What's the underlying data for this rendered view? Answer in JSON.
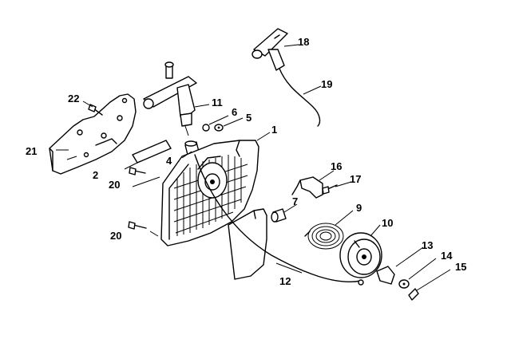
{
  "callouts": {
    "c1": "1",
    "c2": "2",
    "c4": "4",
    "c5": "5",
    "c6": "6",
    "c7": "7",
    "c9": "9",
    "c10": "10",
    "c11": "11",
    "c12": "12",
    "c13": "13",
    "c14": "14",
    "c15": "15",
    "c16": "16",
    "c17": "17",
    "c18": "18",
    "c19": "19",
    "c20a": "20",
    "c20b": "20",
    "c21": "21",
    "c22": "22"
  }
}
